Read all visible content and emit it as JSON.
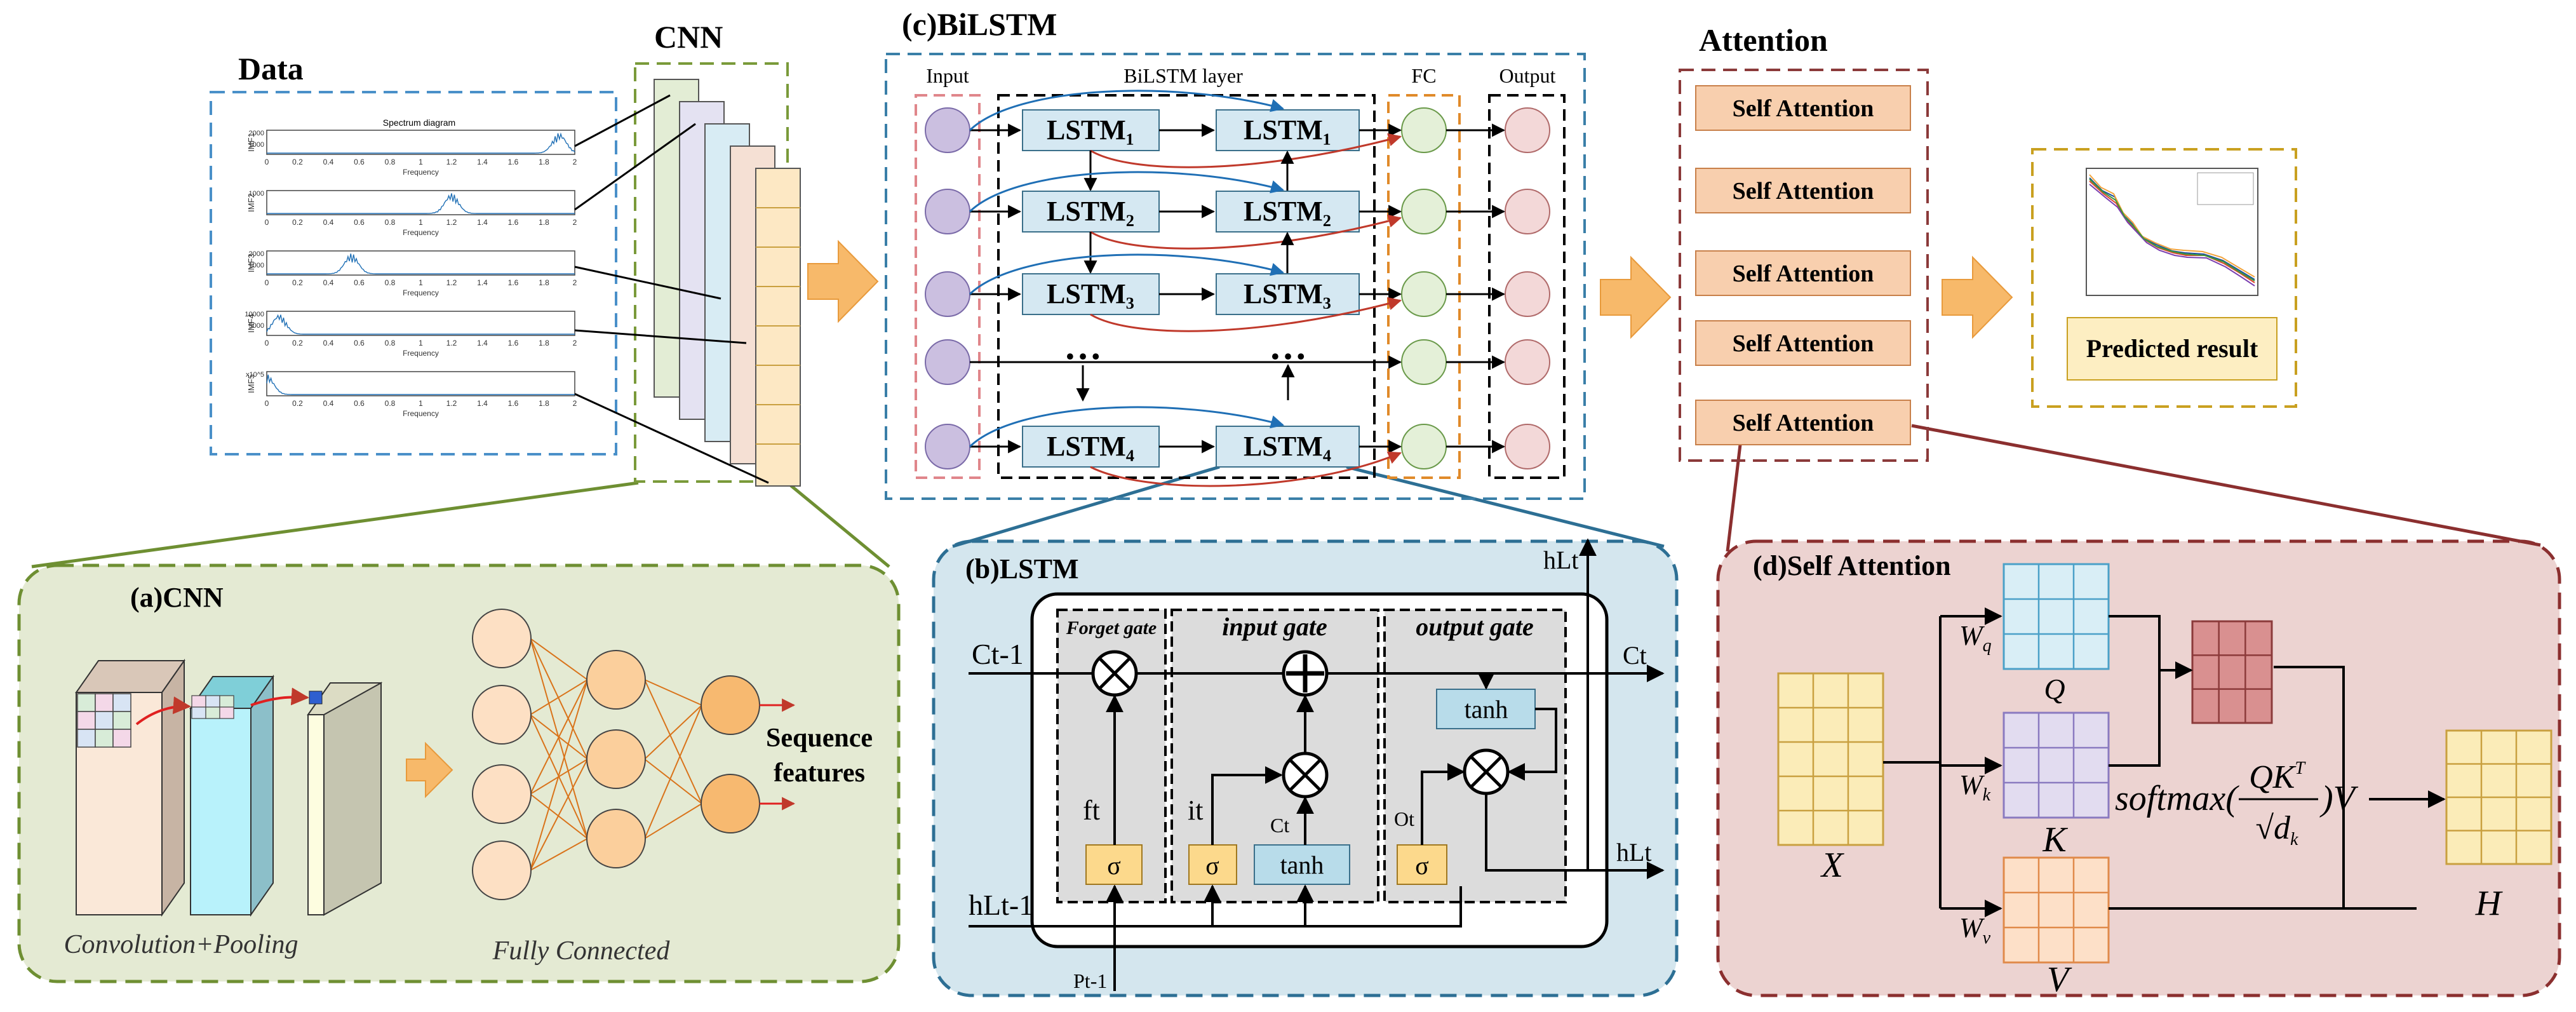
{
  "sections": {
    "data": {
      "title": "Data"
    },
    "cnn": {
      "title": "CNN"
    },
    "bilstm": {
      "title": "(c)BiLSTM"
    },
    "attention": {
      "title": "Attention"
    },
    "cnn_detail": {
      "title": "(a)CNN"
    },
    "lstm_detail": {
      "title": "(b)LSTM"
    },
    "self_attention_detail": {
      "title": "(d)Self Attention"
    }
  },
  "data_panel": {
    "chart_title": "Spectrum diagram",
    "x_label": "Frequency",
    "x_ticks": [
      "0",
      "0.2",
      "0.4",
      "0.6",
      "0.8",
      "1",
      "1.2",
      "1.4",
      "1.6",
      "1.8",
      "2"
    ],
    "series": [
      {
        "name": "IMF1",
        "yticks": [
          "2000",
          "1000"
        ],
        "peak_at": 1.9
      },
      {
        "name": "IMF2",
        "yticks": [
          "1000",
          ""
        ],
        "peak_at": 1.2
      },
      {
        "name": "IMF3",
        "yticks": [
          "2000",
          "1000"
        ],
        "peak_at": 0.55
      },
      {
        "name": "IMF4",
        "yticks": [
          "10000",
          "5000"
        ],
        "peak_at": 0.08
      },
      {
        "name": "IMF5",
        "yticks": [
          "x10^5",
          ""
        ],
        "peak_at": 0.0
      }
    ]
  },
  "bilstm": {
    "col_input": "Input",
    "col_layer": "BiLSTM layer",
    "col_fc": "FC",
    "col_output": "Output",
    "forward_cells": [
      "LSTM₁",
      "LSTM₂",
      "LSTM₃",
      "…",
      "LSTM₄"
    ],
    "backward_cells": [
      "LSTM₁",
      "LSTM₂",
      "LSTM₃",
      "…",
      "LSTM₄"
    ]
  },
  "attention": {
    "blocks": [
      "Self Attention",
      "Self Attention",
      "Self Attention",
      "Self Attention",
      "Self Attention"
    ]
  },
  "result": {
    "label": "Predicted result"
  },
  "cnn_detail": {
    "caption_left": "Convolution+Pooling",
    "caption_right": "Fully Connected",
    "output_label_1": "Sequence",
    "output_label_2": "features"
  },
  "lstm_detail": {
    "gate_forget": "Forget gate",
    "gate_input": "input gate",
    "gate_output": "output gate",
    "c_prev": "Ct-1",
    "c_next": "Ct",
    "h_prev": "hLt-1",
    "h_next": "hLt",
    "h_top": "hLt",
    "p_prev": "Pt-1",
    "f_t": "ft",
    "i_t": "it",
    "c_tilde": "Ct",
    "o_t": "Ot",
    "sigma": "σ",
    "tanh": "tanh"
  },
  "self_attention_detail": {
    "x_label": "X",
    "q_label": "Q",
    "k_label": "K",
    "v_label": "V",
    "h_label": "H",
    "wq": "W",
    "wq_sub": "q",
    "wk": "W",
    "wk_sub": "k",
    "wv": "W",
    "wv_sub": "v",
    "formula_prefix": "softmax(",
    "formula_num": "QK",
    "formula_sup": "T",
    "formula_den": "√d",
    "formula_den_sub": "k",
    "formula_suffix": ")V"
  },
  "colors": {
    "data_border": "#4a90c9",
    "cnn_border": "#7a9a3a",
    "bilstm_border": "#3a7fa8",
    "attention_border": "#8b3a3a",
    "result_border": "#c9a020",
    "panel_a_bg": "#e4ead3",
    "panel_b_bg": "#d4e6ee",
    "panel_d_bg": "#ecd3d1",
    "attention_block": "#f8cfae",
    "lstm_cell": "#d5e8f2",
    "arrow_orange": "#f7b96a"
  }
}
